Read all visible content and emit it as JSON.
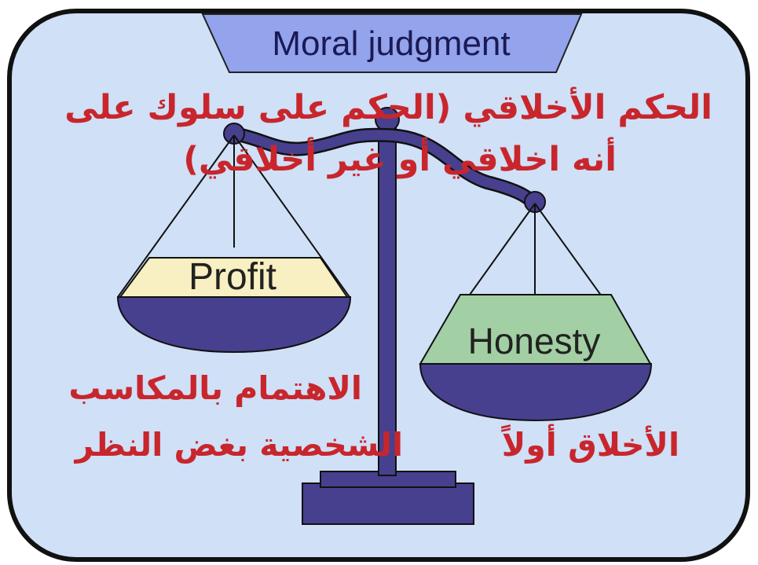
{
  "title": "Moral judgment",
  "arabic": {
    "definition_line1": "الحكم الأخلاقي (الحكم على سلوك على",
    "definition_line2": "أنه اخلاقي أو غير أخلاقي)",
    "profit_caption_line1": "الاهتمام بالمكاسب",
    "profit_caption_line2": "الشخصية بغض النظر",
    "honesty_caption": "الأخلاق أولاً"
  },
  "pans": {
    "left_label": "Profit",
    "right_label": "Honesty"
  },
  "colors": {
    "background": "#cfe0f7",
    "title_box": "#93a3ec",
    "scale": "#47408e",
    "profit_fill": "#f8efc2",
    "honesty_fill": "#a2cfa3",
    "arabic_text": "#c8262c"
  }
}
